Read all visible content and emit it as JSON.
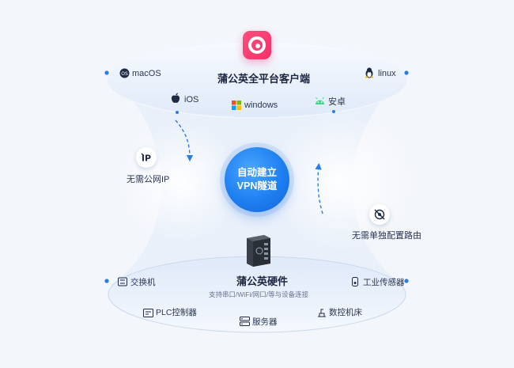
{
  "top": {
    "title": "蒲公英全平台客户端",
    "platforms": {
      "macos": "macOS",
      "linux": "linux",
      "ios": "iOS",
      "windows": "windows",
      "android": "安卓"
    }
  },
  "center": {
    "line1": "自动建立",
    "line2": "VPN隧道"
  },
  "left_feature": "无需公网IP",
  "right_feature": "无需单独配置路由",
  "bottom": {
    "title": "蒲公英硬件",
    "subtitle": "支持串口/WiFi/网口/等与设备连接",
    "devices": {
      "switch": "交换机",
      "sensor": "工业传感器",
      "plc": "PLC控制器",
      "server": "服务器",
      "cnc": "数控机床"
    }
  },
  "colors": {
    "accent": "#1e7ff0",
    "brand_pink": "#f0306a",
    "ellipse_fill": "#e8f0fb"
  },
  "icons": [
    "pgyer-logo-icon",
    "macos-icon",
    "linux-icon",
    "apple-icon",
    "windows-icon",
    "android-icon",
    "no-ip-icon",
    "no-route-icon",
    "router-hardware-icon",
    "switch-icon",
    "sensor-icon",
    "plc-icon",
    "server-icon",
    "cnc-icon"
  ]
}
